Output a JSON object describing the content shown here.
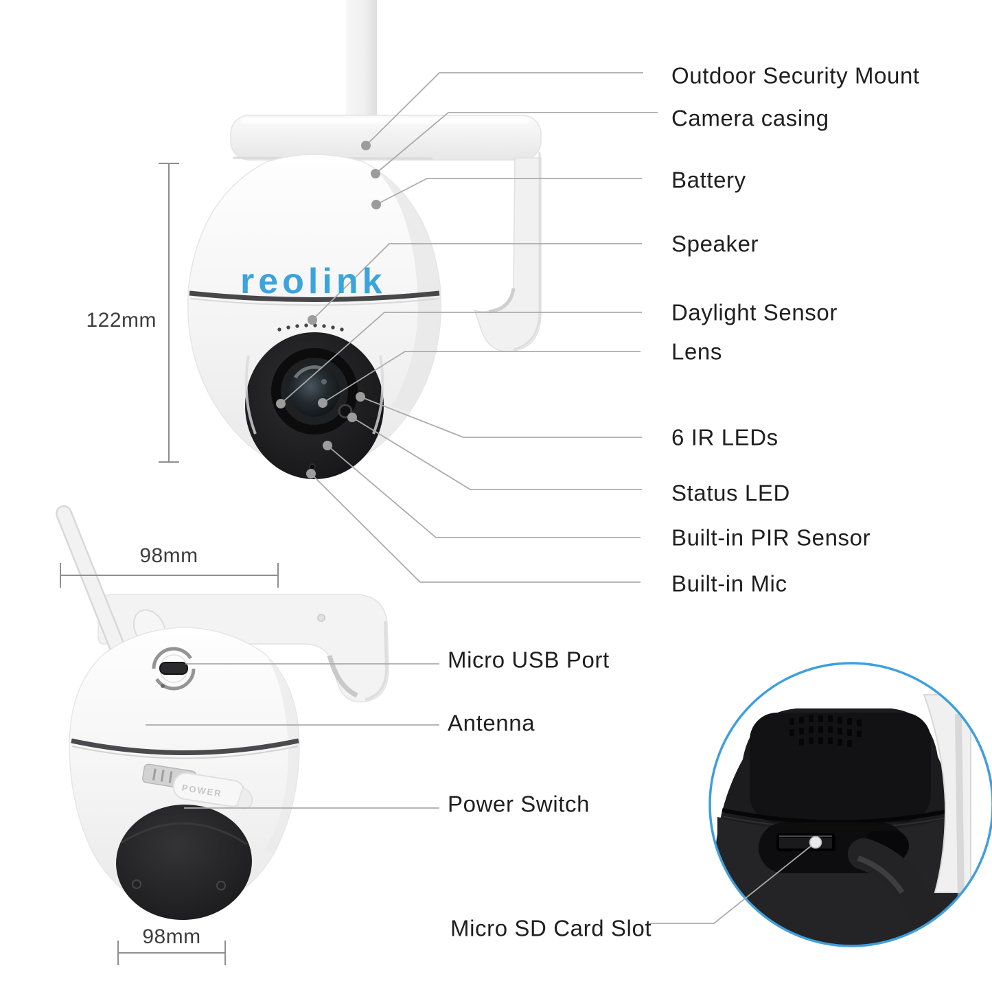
{
  "logo": {
    "text": "reolink",
    "color": "#3ba4dc"
  },
  "labels": {
    "front": [
      "Outdoor Security Mount",
      "Camera casing",
      "Battery",
      "Speaker",
      "Daylight Sensor",
      "Lens",
      "6 IR LEDs",
      "Status LED",
      "Built-in PIR Sensor",
      "Built-in Mic"
    ],
    "rear": [
      "Micro USB Port",
      "Antenna",
      "Power Switch"
    ],
    "inset": [
      "Micro SD Card Slot"
    ]
  },
  "dimensions": {
    "height": "122mm",
    "width_front": "98mm",
    "width_rear": "98mm"
  },
  "power_switch_text": "POWER",
  "colors": {
    "label_text": "#1f1f1f",
    "leader_line": "#ababab",
    "leader_dot": "#9c9c9c",
    "logo_blue": "#3ba4dc",
    "inset_ring_blue": "#3f9fdc",
    "background": "#ffffff"
  }
}
